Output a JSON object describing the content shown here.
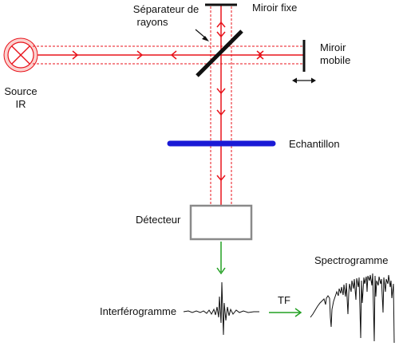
{
  "labels": {
    "source_line1": "Source",
    "source_line2": "IR",
    "separator_line1": "Séparateur de",
    "separator_line2": "rayons",
    "fixed_mirror": "Miroir fixe",
    "moving_mirror_line1": "Miroir",
    "moving_mirror_line2": "mobile",
    "sample": "Echantillon",
    "detector": "Détecteur",
    "interferogram": "Interférogramme",
    "ft": "TF",
    "spectrogram": "Spectrogramme"
  },
  "colors": {
    "beam": "#e8131b",
    "sample": "#1a1ad6",
    "signal_arrow": "#22a022",
    "detector_border": "#8a8a8a",
    "source_fill": "#fbd2cf",
    "ink": "#111111"
  },
  "icons": {
    "source": "infrared-lamp-icon",
    "mirror_motion": "double-arrow-horizontal-icon"
  }
}
